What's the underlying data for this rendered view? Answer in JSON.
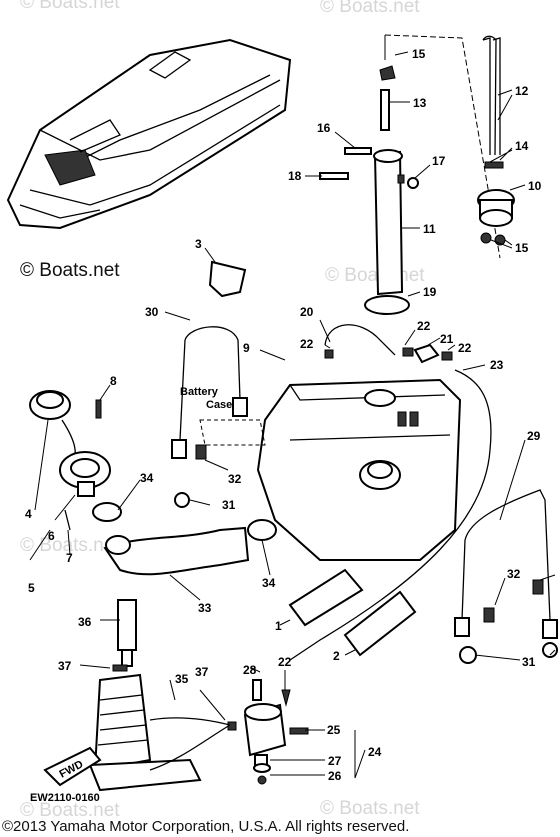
{
  "watermarks": {
    "faint": "© Boats.net",
    "strong": "© Boats.net"
  },
  "labels": {
    "battery_case_line1": "Battery",
    "battery_case_line2": "Case",
    "drawing_code": "EW2110-0160",
    "fwd": "FWD"
  },
  "callouts": [
    "1",
    "2",
    "3",
    "4",
    "5",
    "6",
    "7",
    "8",
    "9",
    "10",
    "11",
    "12",
    "13",
    "14",
    "15",
    "16",
    "17",
    "18",
    "19",
    "20",
    "21",
    "22",
    "23",
    "24",
    "25",
    "26",
    "27",
    "28",
    "29",
    "30",
    "31",
    "32",
    "33",
    "34",
    "35",
    "36",
    "37"
  ],
  "copyright": "©2013 Yamaha Motor Corporation, U.S.A. All rights reserved."
}
